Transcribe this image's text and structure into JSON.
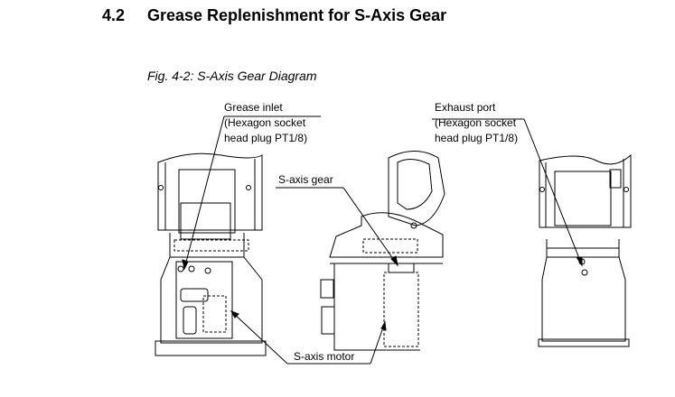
{
  "section": {
    "number": "4.2",
    "title": "Grease Replenishment for S-Axis Gear"
  },
  "figure": {
    "caption": "Fig. 4-2: S-Axis Gear Diagram",
    "callouts": {
      "grease_inlet": [
        "Grease inlet",
        "(Hexagon socket",
        "head plug PT1/8)"
      ],
      "exhaust_port": [
        "Exhaust port",
        "(Hexagon socket",
        "head plug PT1/8)"
      ],
      "s_axis_gear": "S-axis gear",
      "s_axis_motor": "S-axis motor"
    }
  }
}
